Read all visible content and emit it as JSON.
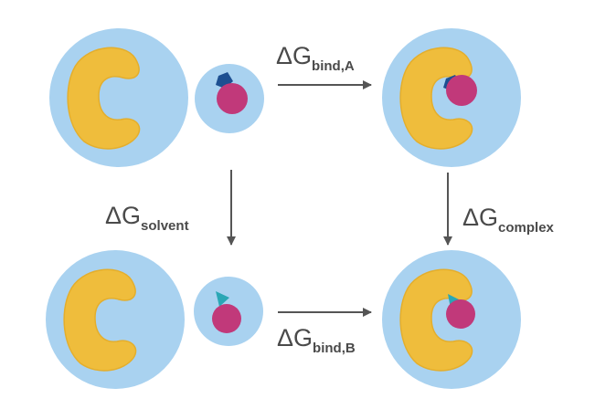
{
  "labels": {
    "bind_a": {
      "main": "ΔG",
      "sub": "bind,A"
    },
    "bind_b": {
      "main": "ΔG",
      "sub": "bind,B"
    },
    "solvent": {
      "main": "ΔG",
      "sub": "solvent"
    },
    "complex": {
      "main": "ΔG",
      "sub": "complex"
    }
  },
  "colors": {
    "solvent_halo": "#a9d2f0",
    "protein": "#efbd3c",
    "protein_edge": "#e4ae2c",
    "ligand": "#c1397a",
    "ligand_a": "#1d4f91",
    "ligand_b": "#2aa7b5",
    "arrow": "#555555",
    "text": "#4a4a4a"
  }
}
